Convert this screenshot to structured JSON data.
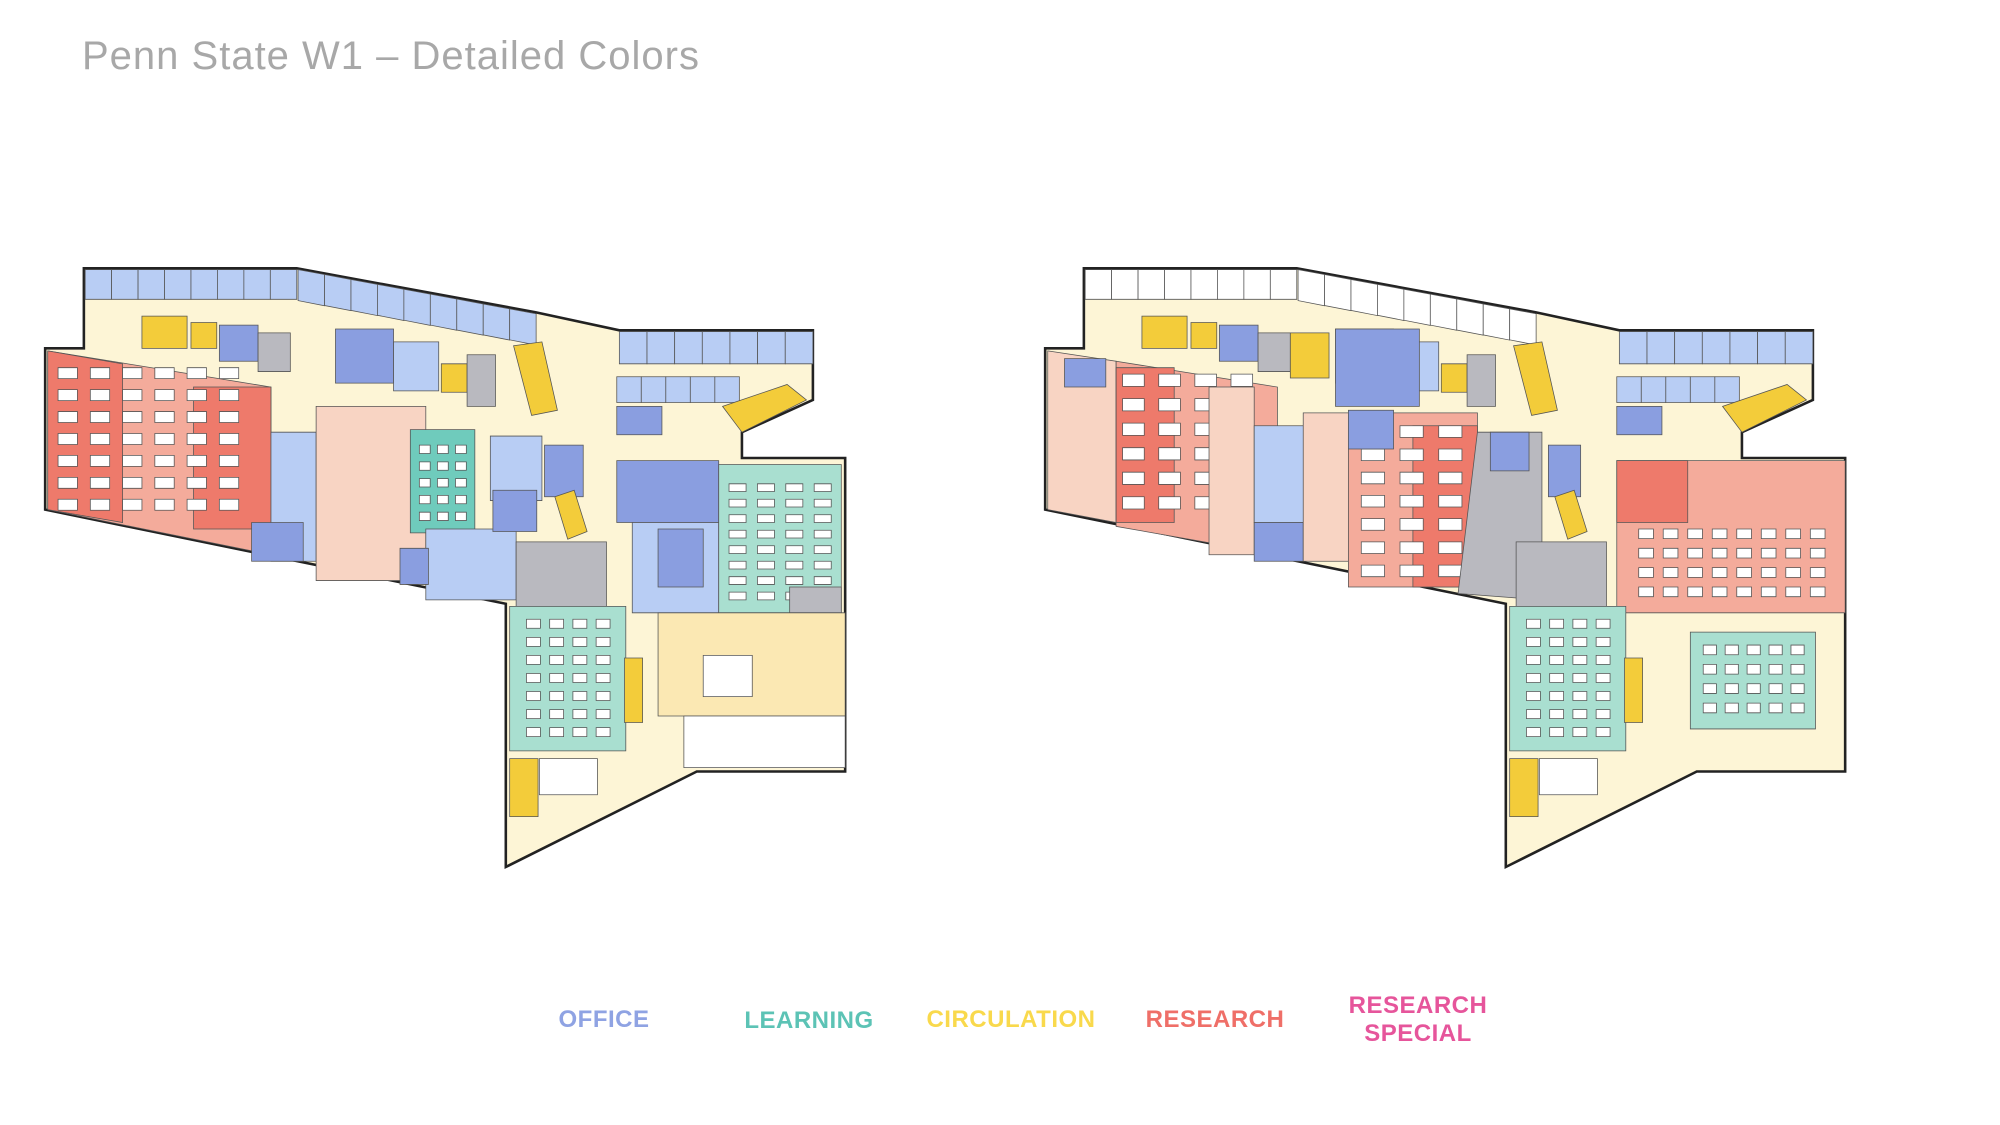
{
  "title": "Penn State W1 – Detailed Colors",
  "legend": [
    {
      "label": "OFFICE",
      "color": "#8fa3e3"
    },
    {
      "label": "LEARNING",
      "color": "#5cc3b5"
    },
    {
      "label": "CIRCULATION",
      "color": "#f9d94c"
    },
    {
      "label": "RESEARCH",
      "color": "#ef6f68"
    },
    {
      "label": "RESEARCH\nSPECIAL",
      "color": "#e6559b"
    }
  ],
  "palette": {
    "office_dark": "#8a9ee0",
    "office_light": "#b8cdf4",
    "learning": "#a9dfd0",
    "learning_dark": "#6fcbbc",
    "circulation": "#fdf5d6",
    "circulation_dark": "#fbe8b3",
    "stair": "#f3cc3a",
    "research": "#ee7a6b",
    "research_light": "#f4ab9b",
    "research_peach": "#f8d4c3",
    "core": "#b9b9bf",
    "wall": "#222222"
  }
}
